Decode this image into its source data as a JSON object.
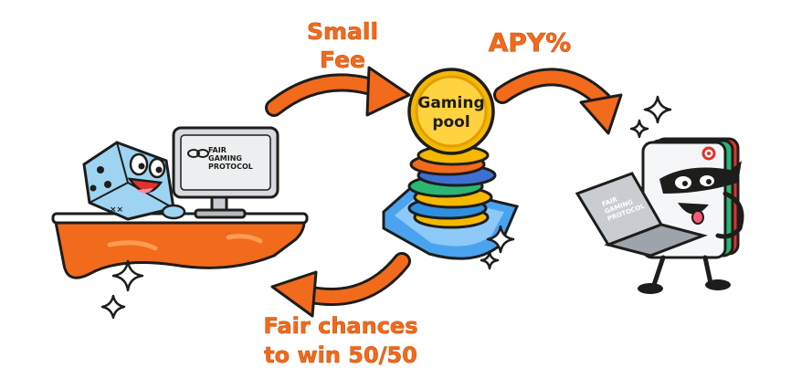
{
  "labels": {
    "fee_line1": "Small",
    "fee_line2": "Fee",
    "apy": "APY%",
    "fair_line1": "Fair chances",
    "fair_line2": "to win 50/50"
  },
  "pool": {
    "line1": "Gaming",
    "line2": "pool"
  },
  "monitor_brand": {
    "line1": "FAIR",
    "line2": "GAMING",
    "line3": "PROTOCOL"
  },
  "colors": {
    "accent_orange": "#f26a1b",
    "coin_gold": "#f5b800",
    "platform_blue": "#4aa3ef",
    "dice_blue": "#9fd3f2",
    "outline": "#1d1d1b"
  }
}
